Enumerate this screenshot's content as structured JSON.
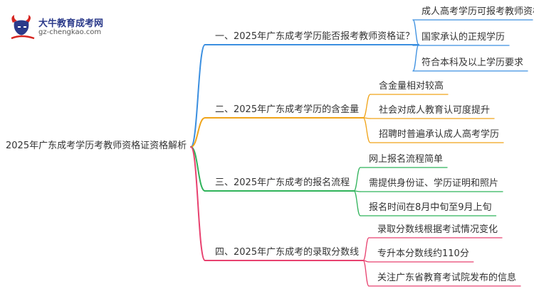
{
  "logo": {
    "name_cn": "大牛教育成考网",
    "url": "gz-chengkao.com"
  },
  "root": {
    "label": "2025年广东成考学历考教师资格证资格解析"
  },
  "branches": [
    {
      "label": "一、2025年广东成考学历能否报考教师资格证？",
      "color": "#3b8fe0",
      "leaves": [
        "成人高考学历可报考教师资格证",
        "国家承认的正规学历",
        "符合本科及以上学历要求"
      ]
    },
    {
      "label": "二、2025年广东成考学历的含金量",
      "color": "#f0a419",
      "leaves": [
        "含金量相对较高",
        "社会对成人教育认可度提升",
        "招聘时普遍承认成人高考学历"
      ]
    },
    {
      "label": "三、2025年广东成考的报名流程",
      "color": "#2fb35a",
      "leaves": [
        "网上报名流程简单",
        "需提供身份证、学历证明和照片",
        "报名时间在8月中旬至9月上旬"
      ]
    },
    {
      "label": "四、2025年广东成考的录取分数线",
      "color": "#e8416f",
      "leaves": [
        "录取分数线根据考试情况变化",
        "专升本分数线约110分",
        "关注广东省教育考试院发布的信息"
      ]
    }
  ]
}
